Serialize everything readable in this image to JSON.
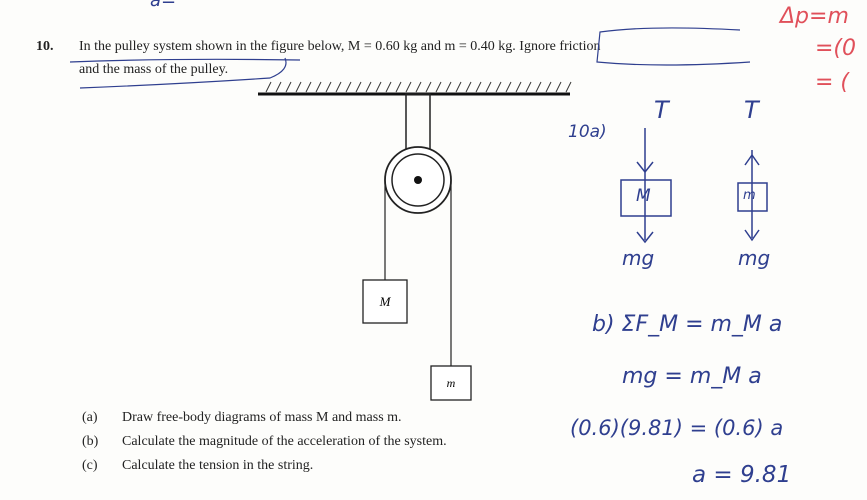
{
  "question": {
    "number": "10.",
    "line1": "In the pulley system shown in the figure below, M = 0.60 kg and m = 0.40 kg. Ignore friction",
    "line2": "and the mass of the pulley.",
    "figure": {
      "label_big": "M",
      "label_small": "m"
    },
    "parts": [
      {
        "label": "(a)",
        "text": "Draw free-body diagrams of mass M and mass m."
      },
      {
        "label": "(b)",
        "text": "Calculate the magnitude of the acceleration of the system."
      },
      {
        "label": "(c)",
        "text": "Calculate the tension in the string."
      }
    ]
  },
  "handwriting": {
    "top_left": "a=",
    "red": [
      "Δp=m",
      "=(0",
      "= ("
    ],
    "part_a_label": "10a)",
    "fbd_M": {
      "up": "T",
      "box": "M",
      "down": "mg"
    },
    "fbd_m": {
      "up": "T",
      "box": "m",
      "down": "mg"
    },
    "b_line1": "b)  ΣF_M = m_M a",
    "b_line2": "mg = m_M a",
    "b_line3": "(0.6)(9.81) = (0.6) a",
    "b_line4": "a = 9.81"
  },
  "colors": {
    "ink": "#2f3f8f",
    "red_ink": "#e0505a",
    "text": "#222222"
  }
}
